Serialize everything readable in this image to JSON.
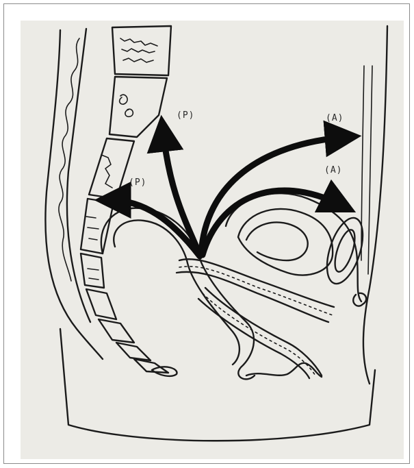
{
  "labels": {
    "p_upper": "(P)",
    "p_lower": "(P)",
    "a_upper": "(A)",
    "a_lower": "(A)"
  },
  "colors": {
    "ink": "#1b1b1b",
    "paper": "#ecebe6",
    "arrow": "#0d0d0d"
  },
  "icons": {
    "arrowhead": "arrowhead-icon"
  }
}
